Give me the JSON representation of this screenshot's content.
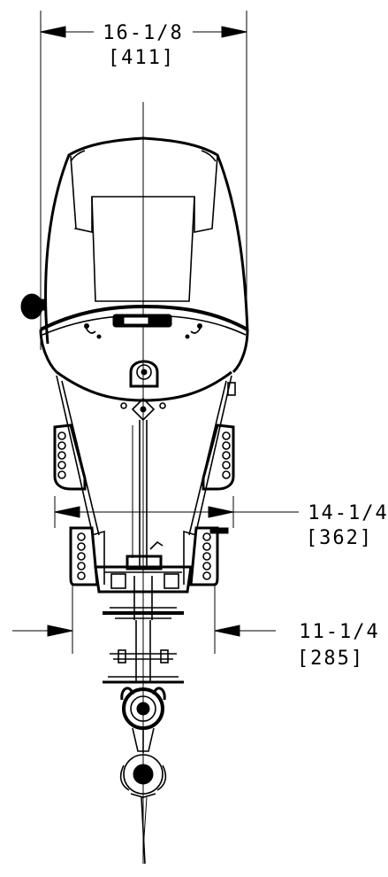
{
  "dimensions": {
    "overall_width": {
      "imperial": "16-1/8",
      "metric": "[411]"
    },
    "middle_width": {
      "imperial": "14-1/4",
      "metric": "[362]"
    },
    "lower_width": {
      "imperial": "11-1/4",
      "metric": "[285]"
    }
  },
  "colors": {
    "line": "#000000",
    "background": "#ffffff"
  }
}
